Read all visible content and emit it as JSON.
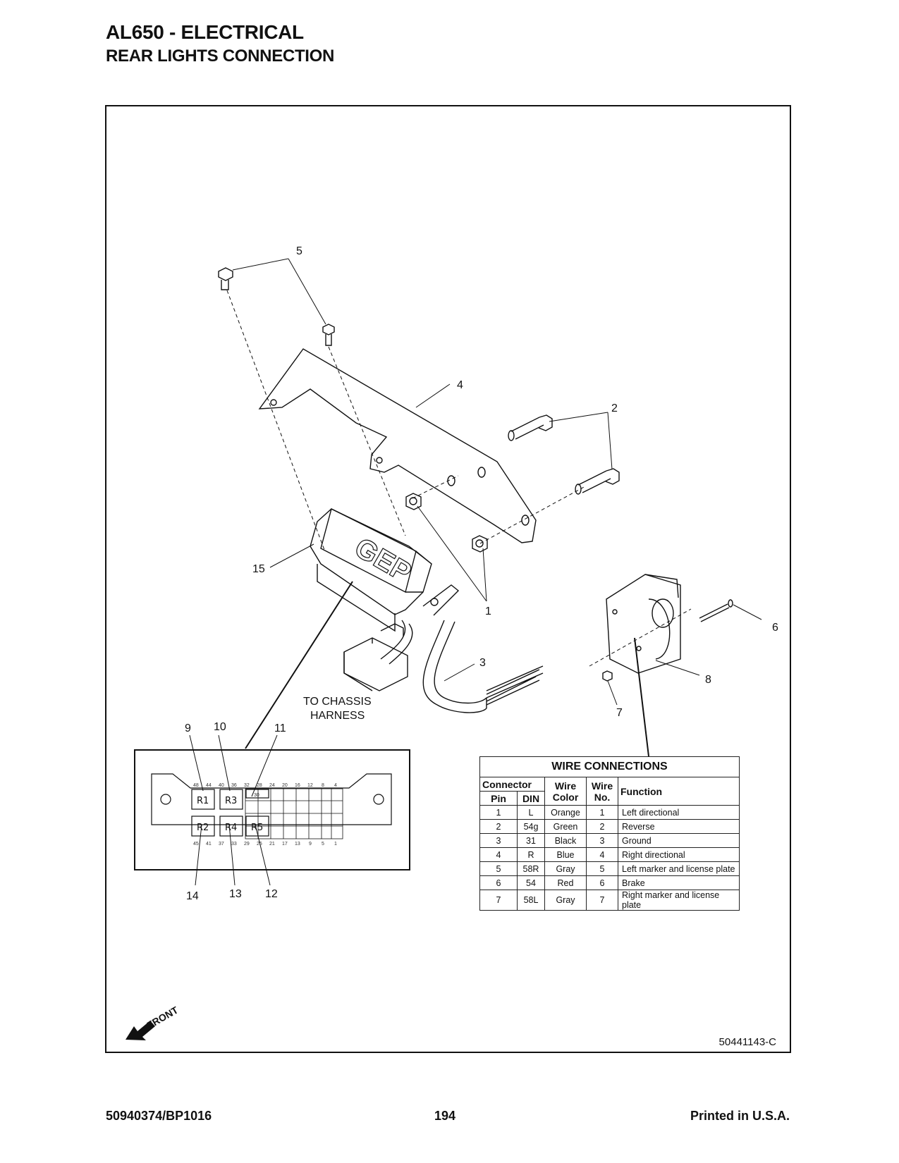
{
  "header": {
    "title": "AL650 -  ELECTRICAL",
    "subtitle": "REAR LIGHTS CONNECTION"
  },
  "diagram": {
    "callouts": [
      "1",
      "2",
      "3",
      "4",
      "5",
      "6",
      "7",
      "8",
      "9",
      "10",
      "11",
      "12",
      "13",
      "14",
      "15"
    ],
    "chassis_note_line1": "TO CHASSIS",
    "chassis_note_line2": "HARNESS",
    "module_logo": "GEP",
    "front_label": "FRONT",
    "relays": [
      "R1",
      "R3",
      "R2",
      "R4",
      "R5"
    ],
    "relay_30_label": "30",
    "top_pin_numbers": [
      "48",
      "44",
      "40",
      "36",
      "32",
      "28",
      "24",
      "20",
      "16",
      "12",
      "8",
      "4"
    ],
    "bottom_pin_numbers": [
      "45",
      "41",
      "37",
      "33",
      "29",
      "25",
      "21",
      "17",
      "13",
      "9",
      "5",
      "1"
    ],
    "drawing_number": "50441143-C"
  },
  "wire_connections": {
    "title": "WIRE CONNECTIONS",
    "headers": {
      "connector": "Connector",
      "pin": "Pin",
      "din": "DIN",
      "wire_color": "Wire Color",
      "wire_no": "Wire No.",
      "function": "Function"
    },
    "rows": [
      {
        "pin": "1",
        "din": "L",
        "color": "Orange",
        "no": "1",
        "function": "Left directional"
      },
      {
        "pin": "2",
        "din": "54g",
        "color": "Green",
        "no": "2",
        "function": "Reverse"
      },
      {
        "pin": "3",
        "din": "31",
        "color": "Black",
        "no": "3",
        "function": "Ground"
      },
      {
        "pin": "4",
        "din": "R",
        "color": "Blue",
        "no": "4",
        "function": "Right directional"
      },
      {
        "pin": "5",
        "din": "58R",
        "color": "Gray",
        "no": "5",
        "function": "Left marker and license plate"
      },
      {
        "pin": "6",
        "din": "54",
        "color": "Red",
        "no": "6",
        "function": "Brake"
      },
      {
        "pin": "7",
        "din": "58L",
        "color": "Gray",
        "no": "7",
        "function": "Right marker and license plate"
      }
    ]
  },
  "footer": {
    "left": "50940374/BP1016",
    "center": "194",
    "right": "Printed in U.S.A."
  }
}
